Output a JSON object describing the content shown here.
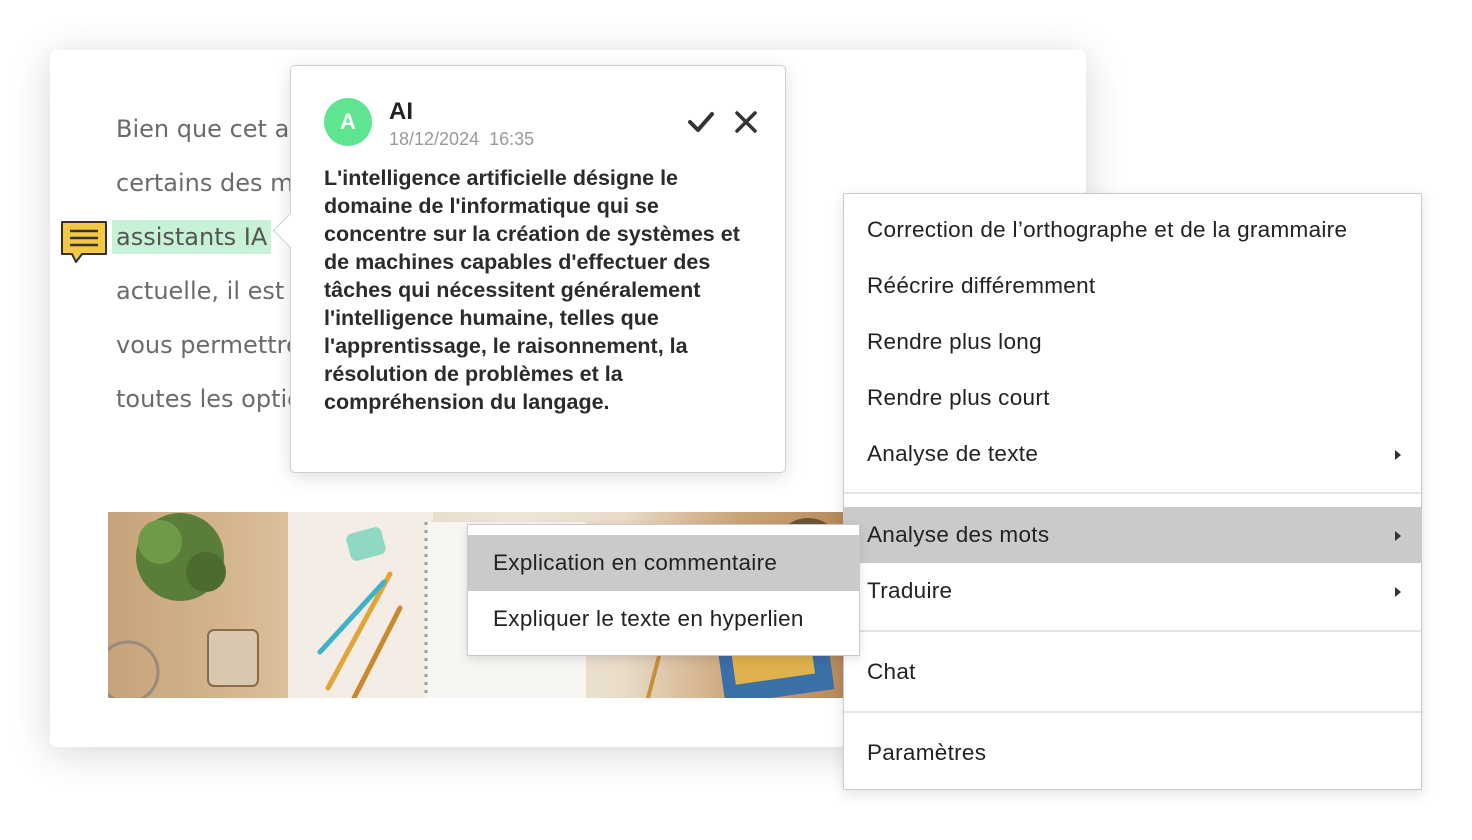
{
  "document": {
    "lines": [
      "Bien que cet ar",
      "certains des m",
      "assistants IA",
      "actuelle, il est c",
      "vous permettre",
      "toutes les optic"
    ]
  },
  "comment": {
    "avatar_letter": "A",
    "author": "AI",
    "date": "18/12/2024",
    "time": "16:35",
    "text": "L'intelligence artificielle désigne le domaine de l'informatique qui se concentre sur la création de systèmes et de machines capables d'effectuer des tâches qui nécessitent généralement l'intelligence humaine, telles que l'apprentissage, le raisonnement, la résolution de problèmes et la compréhension du langage.",
    "avatar_color": "#5fe591",
    "highlight_color": "#c7f2d6",
    "marker_color": "#f5c842"
  },
  "context_menu": {
    "items": [
      {
        "label": "Correction de l’orthographe et de la grammaire"
      },
      {
        "label": "Réécrire différemment"
      },
      {
        "label": "Rendre plus long"
      },
      {
        "label": "Rendre plus court"
      },
      {
        "label": "Analyse de texte",
        "submenu": true
      },
      {
        "label": "Analyse des mots",
        "submenu": true,
        "active": true
      },
      {
        "label": "Traduire",
        "submenu": true
      },
      {
        "label": "Chat"
      },
      {
        "label": "Paramètres"
      }
    ]
  },
  "submenu": {
    "items": [
      {
        "label": "Explication en commentaire",
        "active": true
      },
      {
        "label": "Expliquer le texte en hyperlien"
      }
    ]
  }
}
